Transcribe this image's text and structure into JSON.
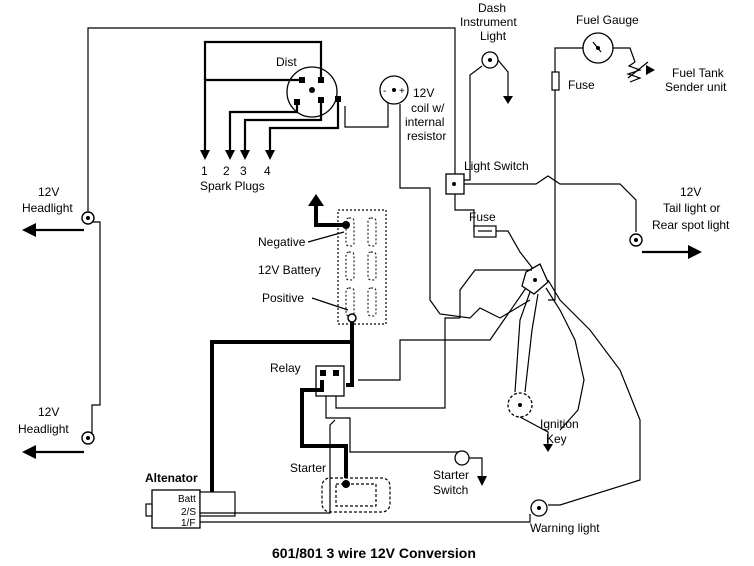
{
  "labels": {
    "dist": "Dist",
    "spark_plugs": "Spark Plugs",
    "plug_1": "1",
    "plug_2": "2",
    "plug_3": "3",
    "plug_4": "4",
    "coil_line1": "12V",
    "coil_line2": "coil w/",
    "coil_line3": "internal",
    "coil_line4": "resistor",
    "dash_line1": "Dash",
    "dash_line2": "Instrument",
    "dash_line3": "Light",
    "fuel_gauge": "Fuel Gauge",
    "fuse_top": "Fuse",
    "fuel_tank_line1": "Fuel Tank",
    "fuel_tank_line2": "Sender unit",
    "light_switch": "Light Switch",
    "fuse_mid": "Fuse",
    "headlight_top_line1": "12V",
    "headlight_top_line2": "Headlight",
    "headlight_bottom_line1": "12V",
    "headlight_bottom_line2": "Headlight",
    "tail_line1": "12V",
    "tail_line2": "Tail light or",
    "tail_line3": "Rear spot light",
    "negative": "Negative",
    "battery": "12V Battery",
    "positive": "Positive",
    "relay": "Relay",
    "ignition_line1": "Ignition",
    "ignition_line2": "Key",
    "starter": "Starter",
    "starter_switch_line1": "Starter",
    "starter_switch_line2": "Switch",
    "altenator": "Altenator",
    "alt_batt": "Batt",
    "alt_2s": "2/S",
    "alt_1f": "1/F",
    "warning_light": "Warning light",
    "title": "601/801 3 wire  12V Conversion"
  }
}
